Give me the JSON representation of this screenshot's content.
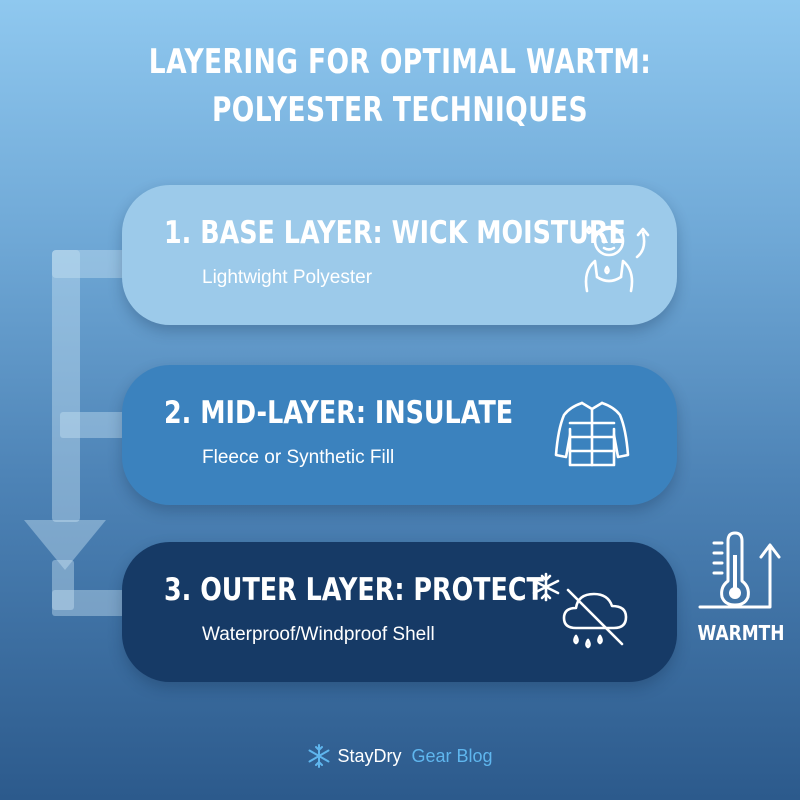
{
  "title": {
    "line1": "Layering for Optimal Wartm:",
    "line2": "Polyester Techniques"
  },
  "layers": [
    {
      "title": "1. BASE LAYER: WICK MOISTURE",
      "subtitle": "Lightwight Polyester",
      "icon": "person-sweat-icon"
    },
    {
      "title": "2. MID-LAYER: INSULATE",
      "subtitle": "Fleece or Synthetic Fill",
      "icon": "jacket-icon"
    },
    {
      "title": "3. OUTER LAYER: PROTECT",
      "subtitle": "Waterproof/Windproof Shell",
      "icon": "snow-rain-icon"
    }
  ],
  "warmth": {
    "label": "WARMTH",
    "icon": "thermometer-up-icon"
  },
  "footer": {
    "brand": "StayDry",
    "brand_accent": "Gear Blog",
    "icon": "snowflake-icon"
  },
  "colors": {
    "background_top": "#8fc8ef",
    "background_bottom": "#2c5a8c",
    "base_layer": "#9ccaea",
    "mid_layer": "#3b82be",
    "outer_layer": "#163a66",
    "accent": "#5fb6ee"
  }
}
